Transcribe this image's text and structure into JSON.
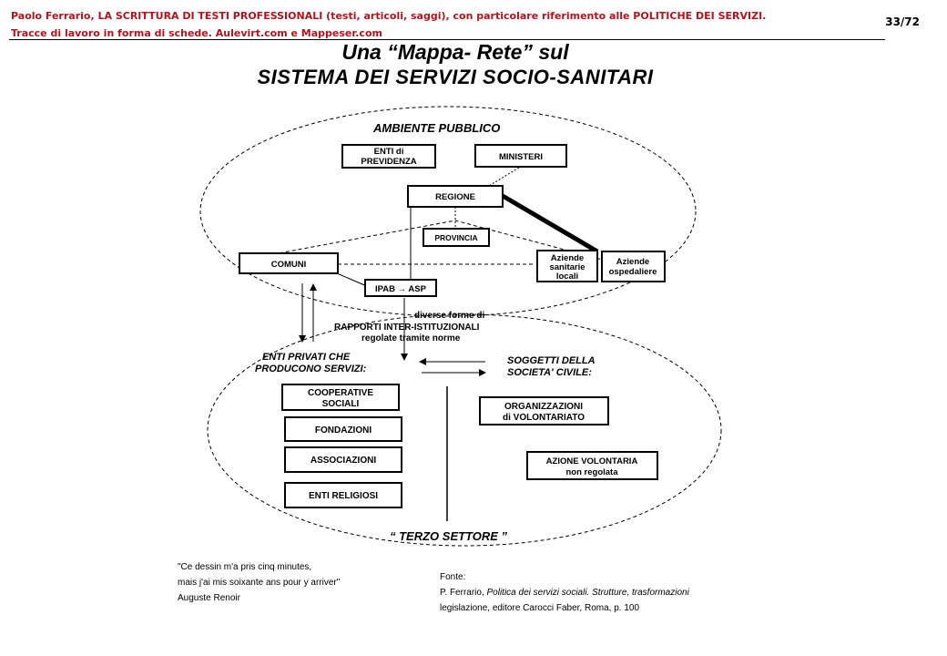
{
  "header": {
    "line1": "Paolo Ferrario, LA SCRITTURA  DI TESTI PROFESSIONALI (testi, articoli, saggi), con particolare riferimento alle POLITICHE DEI SERVIZI.",
    "line2": "Tracce di lavoro in forma di schede. Aulevirt.com e Mappeser.com",
    "page": "33/72"
  },
  "title": {
    "line1": "Una “Mappa- Rete” sul",
    "line2": "SISTEMA DEI SERVIZI  SOCIO-SANITARI"
  },
  "diagram": {
    "ambiente": "AMBIENTE  PUBBLICO",
    "enti_prev": [
      "ENTI di",
      "PREVIDENZA"
    ],
    "ministeri": "MINISTERI",
    "regione": "REGIONE",
    "provincia": "PROVINCIA",
    "comuni": "COMUNI",
    "aziende_sanitarie": [
      "Aziende",
      "sanitarie",
      "locali"
    ],
    "aziende_ospedaliere": [
      "Aziende",
      "ospedaliere"
    ],
    "ipab": "IPAB → ASP",
    "rapporti": [
      "diverse forme di",
      "RAPPORTI INTER-ISTITUZIONALI",
      "regolate tramite norme"
    ],
    "enti_privati": [
      "ENTI PRIVATI CHE",
      "PRODUCONO SERVIZI:"
    ],
    "soggetti": [
      "SOGGETTI DELLA",
      "SOCIETA' CIVILE:"
    ],
    "cooperative": [
      "COOPERATIVE",
      "SOCIALI"
    ],
    "fondazioni": "FONDAZIONI",
    "associazioni": "ASSOCIAZIONI",
    "enti_religiosi": "ENTI RELIGIOSI",
    "organizzazioni": [
      "ORGANIZZAZIONI",
      "di VOLONTARIATO"
    ],
    "azione": [
      "AZIONE VOLONTARIA",
      "non regolata"
    ],
    "terzo": "“ TERZO  SETTORE ”"
  },
  "quote": {
    "line1": "\"Ce dessin m'a pris cinq minutes,",
    "line2": "mais j'ai mis soixante ans pour y arriver\"",
    "author": "Auguste Renoir"
  },
  "source": {
    "label": "Fonte:",
    "line1_prefix": "P. Ferrario, ",
    "line1_title": "Politica dei servizi sociali. Strutture, trasformazioni",
    "line2": "legislazione, editore Carocci Faber, Roma, p. 100"
  }
}
